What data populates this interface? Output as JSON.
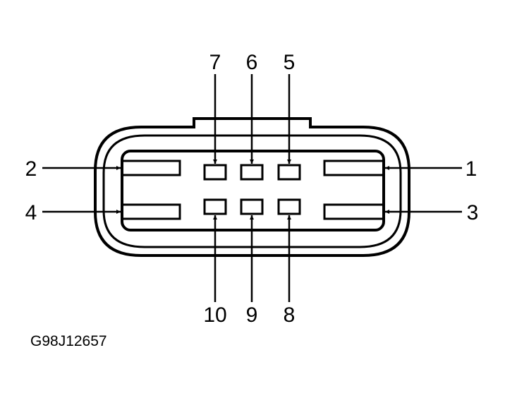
{
  "figure_id": "G98J12657",
  "pins": {
    "p1": "1",
    "p2": "2",
    "p3": "3",
    "p4": "4",
    "p5": "5",
    "p6": "6",
    "p7": "7",
    "p8": "8",
    "p9": "9",
    "p10": "10"
  },
  "colors": {
    "line": "#000000",
    "background": "#ffffff"
  }
}
